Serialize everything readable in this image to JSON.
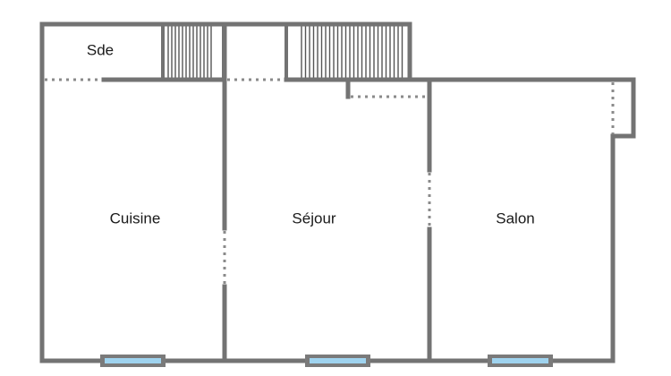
{
  "rooms": [
    {
      "id": "sde",
      "label": "Sde"
    },
    {
      "id": "cuisine",
      "label": "Cuisine"
    },
    {
      "id": "sejour",
      "label": "Séjour"
    },
    {
      "id": "salon",
      "label": "Salon"
    }
  ],
  "colors": {
    "wall": "#737373",
    "window_glass": "#9fd3ef",
    "window_frame": "#7a7a7a",
    "background": "#ffffff"
  }
}
